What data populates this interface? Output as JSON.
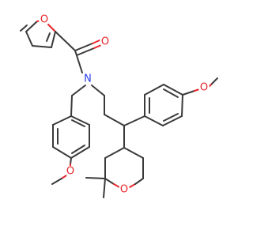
{
  "atoms": {
    "o_furan": "O",
    "o_carbonyl": "O",
    "n_amide": "N",
    "o_methoxy_right": "O",
    "o_methoxy_left": "O",
    "o_oxane": "O"
  },
  "colors": {
    "bond": "#3a3a3a",
    "oxygen": "#e8252b",
    "nitrogen": "#2b3ee8",
    "background": "#ffffff"
  }
}
